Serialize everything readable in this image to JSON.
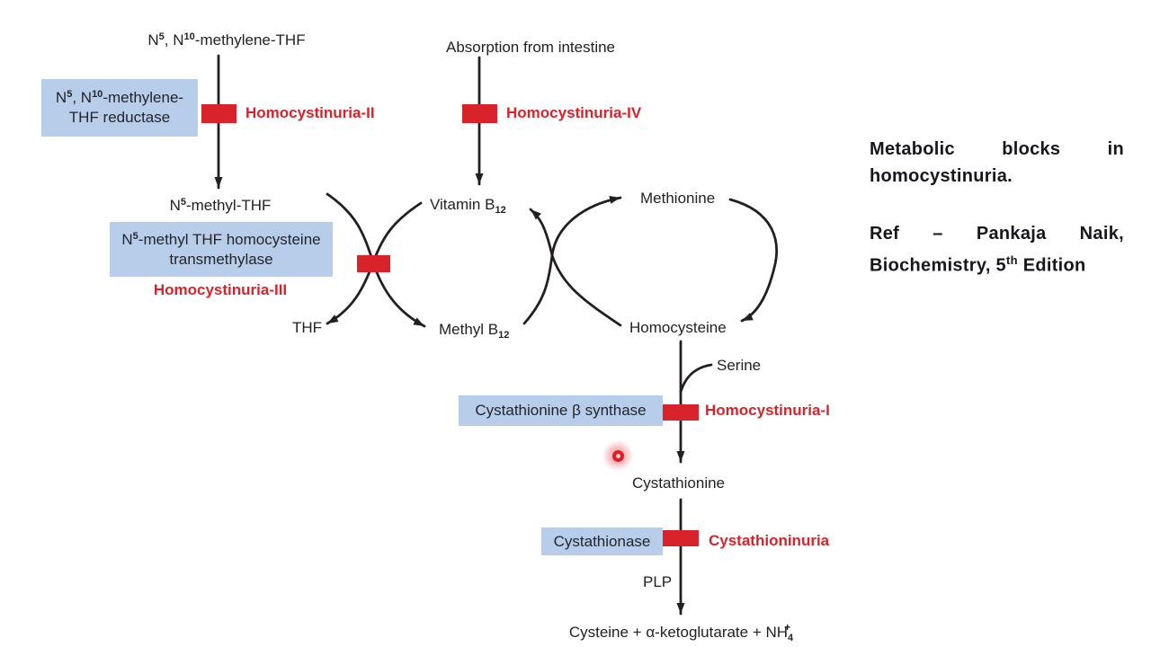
{
  "colors": {
    "red": "#d8232a",
    "enzyme_box_blue": "#b7cde9",
    "ink": "#231f20"
  },
  "labels": {
    "methylene_thf": {
      "p1": "N",
      "s1": "5",
      "p2": ", N",
      "s2": "10",
      "p3": "-methylene-THF"
    },
    "absorption": "Absorption from intestine",
    "n5_methyl_thf": {
      "p1": "N",
      "s1": "5",
      "p3": "-methyl-THF"
    },
    "vitamin_b12": {
      "p1": "Vitamin B",
      "sub": "12"
    },
    "methionine": "Methionine",
    "thf": "THF",
    "methyl_b12": {
      "p1": "Methyl B",
      "sub": "12"
    },
    "homocysteine": "Homocysteine",
    "serine": "Serine",
    "cystathionine": "Cystathionine",
    "plp": "PLP",
    "products": {
      "p1": "Cysteine + α-ketoglutarate + NH",
      "sub": "4",
      "sup": "+"
    }
  },
  "enzymes": {
    "reductase": {
      "l1p1": "N",
      "l1s1": "5",
      "l1p2": ", N",
      "l1s2": "10",
      "l1p3": "-methylene-",
      "line2": "THF reductase"
    },
    "transmethylase": {
      "l1p1": "N",
      "l1s1": "5",
      "l1p3": "-methyl THF homocysteine",
      "line2": "transmethylase"
    },
    "cbs": "Cystathionine β synthase",
    "cystathionase": "Cystathionase"
  },
  "disorders": {
    "h2": "Homocystinuria-II",
    "h4": "Homocystinuria-IV",
    "h3": "Homocystinuria-III",
    "h1": "Homocystinuria-I",
    "cystathioninuria": "Cystathioninuria"
  },
  "caption": {
    "title": "Metabolic blocks in homocystinuria.",
    "ref_pre": "Ref – Pankaja Naik, Biochemistry, 5",
    "ref_sup": "th",
    "ref_post": " Edition"
  }
}
